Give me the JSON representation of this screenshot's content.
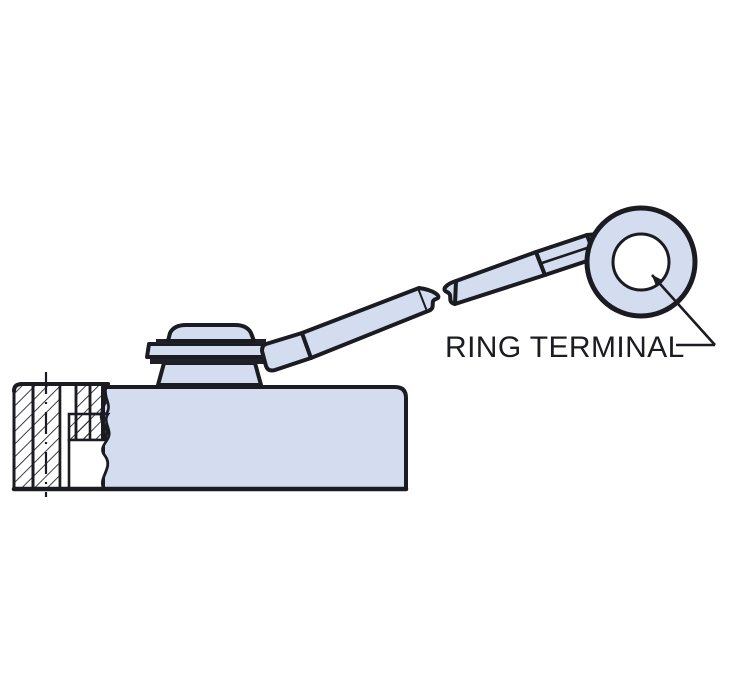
{
  "drawing": {
    "title": "Ring terminal connection detail",
    "background_color": "#ffffff",
    "part_fill_color": "#d4dcef",
    "outline_color": "#1b1b22",
    "hatch_color": "#1b1b22",
    "centerline_color": "#1b1b22"
  },
  "annotations": {
    "ring_terminal_label": "RING TERMINAL"
  },
  "icons": {
    "leader_arrow": "arrow-head-icon",
    "break_symbol": "cable-break-icon",
    "centerline": "centerline-icon",
    "section_hatch": "section-hatch-icon"
  },
  "components": {
    "ring_terminal": "ring-terminal",
    "ring_hole": "ring-terminal-hole",
    "crimp_barrel": "crimp-barrel",
    "cable": "cable",
    "cable_break": "cable-break",
    "lug_end": "lug-end",
    "cap_nut": "cap-nut",
    "washer_upper": "upper-washer",
    "washer_lower": "lower-washer",
    "stud_pedestal": "stud-pedestal",
    "housing_body": "housing-body",
    "housing_section": "housing-section-cut",
    "housing_bore": "housing-bore"
  }
}
